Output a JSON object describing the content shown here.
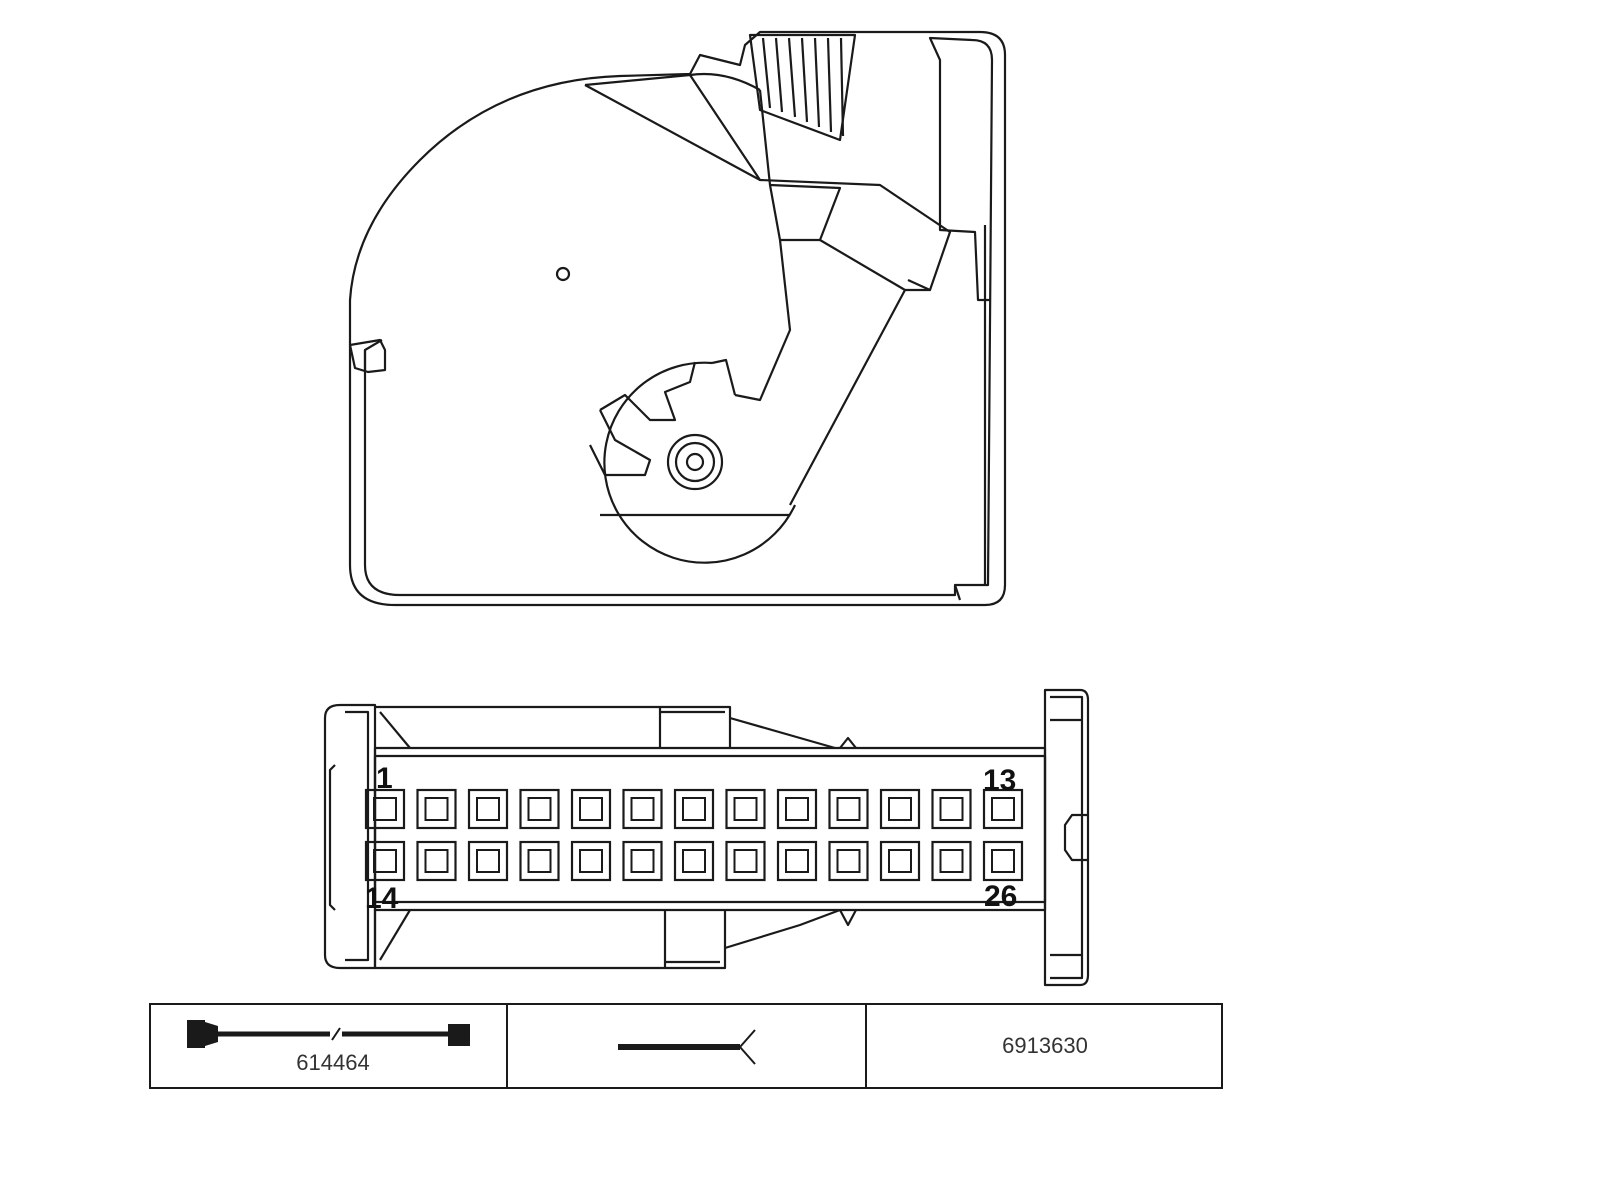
{
  "connector": {
    "pin_labels": {
      "top_left": "1",
      "top_right": "13",
      "bottom_left": "14",
      "bottom_right": "26"
    },
    "rows": 2,
    "pins_per_row": 13
  },
  "parts_table": {
    "cells": [
      {
        "icon": "cable-harness-icon",
        "text": "614464"
      },
      {
        "icon": "wire-end-icon",
        "text": ""
      },
      {
        "icon": "",
        "text": "6913630"
      }
    ]
  },
  "colors": {
    "line": "#1a1a1a",
    "background": "#ffffff"
  }
}
